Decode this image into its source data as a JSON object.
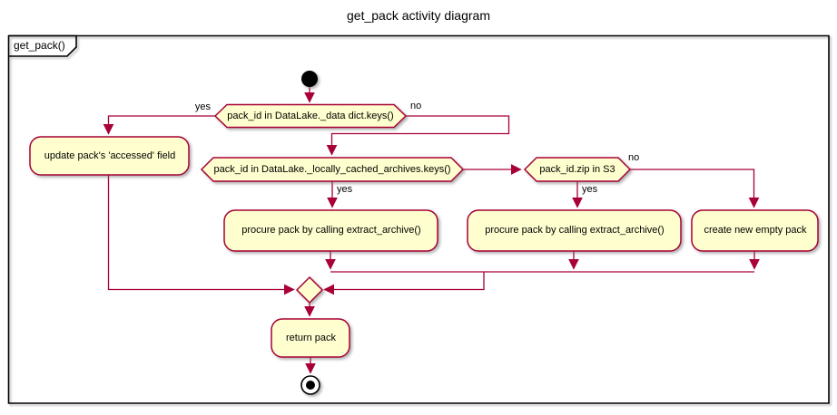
{
  "title": "get_pack activity diagram",
  "frame": {
    "label": "get_pack()"
  },
  "nodes": {
    "decision1": "pack_id in DataLake._data dict.keys()",
    "decision2": "pack_id in DataLake._locally_cached_archives.keys()",
    "decision3": "pack_id.zip in S3",
    "update_accessed": "update pack's 'accessed' field",
    "procure_local": "procure pack by calling extract_archive()",
    "procure_s3": "procure pack by calling extract_archive()",
    "create_empty": "create new empty pack",
    "return_pack": "return pack"
  },
  "edge_labels": {
    "decision1_yes": "yes",
    "decision1_no": "no",
    "decision2_yes": "yes",
    "decision3_yes": "yes",
    "decision3_no": "no"
  },
  "colors": {
    "node_fill": "#FEFECE",
    "node_border": "#A80036",
    "edge": "#A80036",
    "frame_border": "#000000",
    "text": "#000000",
    "background": "#FFFFFF"
  }
}
